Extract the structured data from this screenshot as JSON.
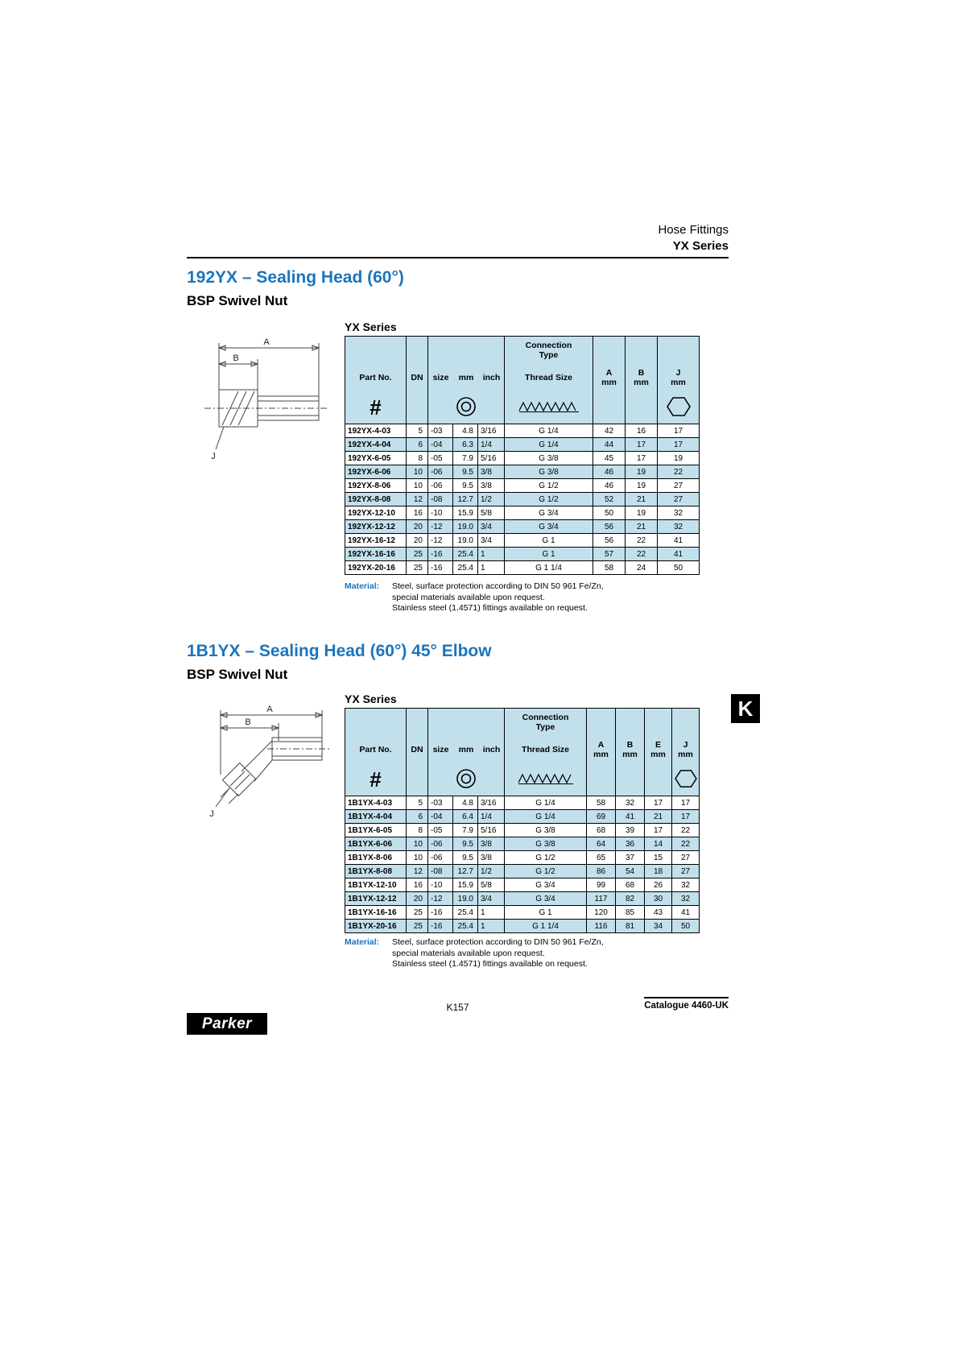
{
  "page_header": {
    "product": "Hose Fittings",
    "series": "YX Series"
  },
  "colors": {
    "accent": "#1c75bc",
    "table_blue": "#c2e0ec"
  },
  "section1": {
    "title": "192YX – Sealing Head (60°)",
    "subtitle": "BSP Swivel Nut",
    "table_label": "YX Series",
    "headers": {
      "part_no": "Part No.",
      "part_symbol": "#",
      "dn": "DN",
      "size": "size",
      "mm": "mm",
      "inch": "inch",
      "connection_1": "Connection",
      "connection_2": "Type",
      "thread_size": "Thread Size",
      "a": "A",
      "b": "B",
      "j": "J",
      "unit": "mm"
    },
    "icons": {
      "size_group": "cross-section-circle-icon",
      "thread": "thread-profile-icon",
      "hex": "hex-nut-icon"
    },
    "rows": [
      [
        "192YX-4-03",
        "5",
        "-03",
        "4.8",
        "3/16",
        "G 1/4",
        "42",
        "16",
        "17"
      ],
      [
        "192YX-4-04",
        "6",
        "-04",
        "6.3",
        "1/4",
        "G 1/4",
        "44",
        "17",
        "17"
      ],
      [
        "192YX-6-05",
        "8",
        "-05",
        "7.9",
        "5/16",
        "G 3/8",
        "45",
        "17",
        "19"
      ],
      [
        "192YX-6-06",
        "10",
        "-06",
        "9.5",
        "3/8",
        "G 3/8",
        "46",
        "19",
        "22"
      ],
      [
        "192YX-8-06",
        "10",
        "-06",
        "9.5",
        "3/8",
        "G 1/2",
        "46",
        "19",
        "27"
      ],
      [
        "192YX-8-08",
        "12",
        "-08",
        "12.7",
        "1/2",
        "G 1/2",
        "52",
        "21",
        "27"
      ],
      [
        "192YX-12-10",
        "16",
        "-10",
        "15.9",
        "5/8",
        "G 3/4",
        "50",
        "19",
        "32"
      ],
      [
        "192YX-12-12",
        "20",
        "-12",
        "19.0",
        "3/4",
        "G 3/4",
        "56",
        "21",
        "32"
      ],
      [
        "192YX-16-12",
        "20",
        "-12",
        "19.0",
        "3/4",
        "G 1",
        "56",
        "22",
        "41"
      ],
      [
        "192YX-16-16",
        "25",
        "-16",
        "25.4",
        "1",
        "G 1",
        "57",
        "22",
        "41"
      ],
      [
        "192YX-20-16",
        "25",
        "-16",
        "25.4",
        "1",
        "G 1 1/4",
        "58",
        "24",
        "50"
      ]
    ],
    "material_label": "Material:",
    "material_lines": [
      "Steel, surface protection according to DIN 50 961 Fe/Zn,",
      "special materials available upon request.",
      "Stainless steel (1.4571) fittings available on request."
    ]
  },
  "section2": {
    "title": "1B1YX – Sealing Head (60°) 45° Elbow",
    "subtitle": "BSP Swivel Nut",
    "table_label": "YX Series",
    "headers": {
      "part_no": "Part No.",
      "part_symbol": "#",
      "dn": "DN",
      "size": "size",
      "mm": "mm",
      "inch": "inch",
      "connection_1": "Connection",
      "connection_2": "Type",
      "thread_size": "Thread Size",
      "a": "A",
      "b": "B",
      "e": "E",
      "j": "J",
      "unit": "mm"
    },
    "icons": {
      "size_group": "cross-section-circle-icon",
      "thread": "thread-profile-icon",
      "hex": "hex-nut-icon"
    },
    "rows": [
      [
        "1B1YX-4-03",
        "5",
        "-03",
        "4.8",
        "3/16",
        "G 1/4",
        "58",
        "32",
        "17",
        "17"
      ],
      [
        "1B1YX-4-04",
        "6",
        "-04",
        "6.4",
        "1/4",
        "G 1/4",
        "69",
        "41",
        "21",
        "17"
      ],
      [
        "1B1YX-6-05",
        "8",
        "-05",
        "7.9",
        "5/16",
        "G 3/8",
        "68",
        "39",
        "17",
        "22"
      ],
      [
        "1B1YX-6-06",
        "10",
        "-06",
        "9.5",
        "3/8",
        "G 3/8",
        "64",
        "36",
        "14",
        "22"
      ],
      [
        "1B1YX-8-06",
        "10",
        "-06",
        "9.5",
        "3/8",
        "G 1/2",
        "65",
        "37",
        "15",
        "27"
      ],
      [
        "1B1YX-8-08",
        "12",
        "-08",
        "12.7",
        "1/2",
        "G 1/2",
        "86",
        "54",
        "18",
        "27"
      ],
      [
        "1B1YX-12-10",
        "16",
        "-10",
        "15.9",
        "5/8",
        "G 3/4",
        "99",
        "68",
        "26",
        "32"
      ],
      [
        "1B1YX-12-12",
        "20",
        "-12",
        "19.0",
        "3/4",
        "G 3/4",
        "117",
        "82",
        "30",
        "32"
      ],
      [
        "1B1YX-16-16",
        "25",
        "-16",
        "25.4",
        "1",
        "G 1",
        "120",
        "85",
        "43",
        "41"
      ],
      [
        "1B1YX-20-16",
        "25",
        "-16",
        "25.4",
        "1",
        "G 1 1/4",
        "116",
        "81",
        "34",
        "50"
      ]
    ],
    "material_label": "Material:",
    "material_lines": [
      "Steel, surface protection according to DIN 50 961 Fe/Zn,",
      "special materials available upon request.",
      "Stainless steel (1.4571) fittings available on request."
    ]
  },
  "diagram1": {
    "labels": {
      "a": "A",
      "b": "B",
      "j": "J"
    }
  },
  "diagram2": {
    "labels": {
      "a": "A",
      "b": "B",
      "j": "J"
    }
  },
  "footer": {
    "page_number": "K157",
    "catalogue": "Catalogue 4460-UK",
    "logo_text": "Parker",
    "section_tab": "K"
  }
}
